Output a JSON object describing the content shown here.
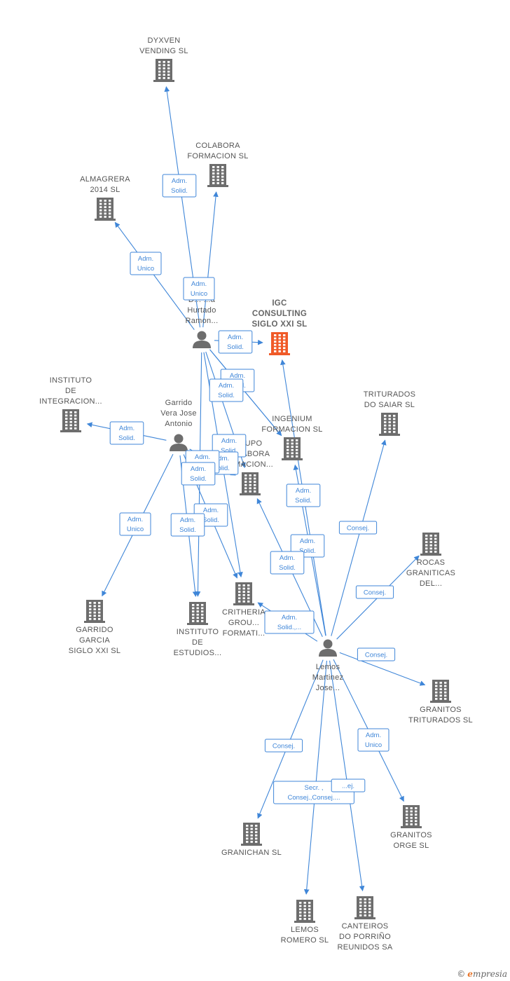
{
  "colors": {
    "edge": "#3f86d8",
    "building": "#6d6d6d",
    "building_main": "#f05a28",
    "person": "#6d6d6d"
  },
  "nodes": [
    {
      "id": "dyxven",
      "type": "company",
      "label": [
        "DYXVEN",
        "VENDING SL"
      ]
    },
    {
      "id": "colabora",
      "type": "company",
      "label": [
        "COLABORA",
        "FORMACION SL"
      ]
    },
    {
      "id": "almagrera",
      "type": "company",
      "label": [
        "ALMAGRERA",
        "2014  SL"
      ]
    },
    {
      "id": "igc",
      "type": "company",
      "main": true,
      "label": [
        "IGC",
        "CONSULTING",
        "SIGLO XXI SL"
      ]
    },
    {
      "id": "dhr",
      "type": "person",
      "label": [
        "D... ...a",
        "Hurtado",
        "Ramon..."
      ]
    },
    {
      "id": "instituto_int",
      "type": "company",
      "label": [
        "INSTITUTO",
        "DE",
        "INTEGRACION..."
      ]
    },
    {
      "id": "garrido_vera",
      "type": "person",
      "label": [
        "Garrido",
        "Vera Jose",
        "Antonio"
      ]
    },
    {
      "id": "ingenium",
      "type": "company",
      "label": [
        "INGENIUM",
        "FORMACION  SL"
      ]
    },
    {
      "id": "grupo_colabora",
      "type": "company",
      "label": [
        "...UPO",
        "...LABORA",
        "...MACION..."
      ]
    },
    {
      "id": "triturados_saiar",
      "type": "company",
      "label": [
        "TRITURADOS",
        "DO SAIAR SL"
      ]
    },
    {
      "id": "rocas",
      "type": "company",
      "label": [
        "ROCAS",
        "GRANITICAS",
        "DEL..."
      ]
    },
    {
      "id": "garrido_garcia",
      "type": "company",
      "label": [
        "GARRIDO",
        "GARCIA",
        "SIGLO XXI  SL"
      ]
    },
    {
      "id": "instituto_est",
      "type": "company",
      "label": [
        "INSTITUTO",
        "DE",
        "ESTUDIOS..."
      ]
    },
    {
      "id": "crytheria",
      "type": "company",
      "label": [
        "CRITHERIA",
        "GROU...",
        "FORMATI..."
      ]
    },
    {
      "id": "lemos_martinez",
      "type": "person",
      "label": [
        "Lemos",
        "Martinez",
        "Jose..."
      ]
    },
    {
      "id": "granitos_triturados",
      "type": "company",
      "label": [
        "GRANITOS",
        "TRITURADOS SL"
      ]
    },
    {
      "id": "granichan",
      "type": "company",
      "label": [
        "GRANICHAN SL"
      ]
    },
    {
      "id": "granitos_orge",
      "type": "company",
      "label": [
        "GRANITOS",
        "ORGE  SL"
      ]
    },
    {
      "id": "lemos_romero",
      "type": "company",
      "label": [
        "LEMOS",
        "ROMERO SL"
      ]
    },
    {
      "id": "canteiros",
      "type": "company",
      "label": [
        "CANTEIROS",
        "DO PORRIÑO",
        "REUNIDOS SA"
      ]
    }
  ],
  "relations": [
    {
      "from": "dhr",
      "to": "dyxven",
      "label": [
        "Adm.",
        "Solid."
      ]
    },
    {
      "from": "dhr",
      "to": "colabora",
      "label": [
        "Adm.",
        "Unico"
      ]
    },
    {
      "from": "dhr",
      "to": "almagrera",
      "label": [
        "Adm.",
        "Unico"
      ]
    },
    {
      "from": "dhr",
      "to": "igc",
      "label": [
        "Adm.",
        "Solid."
      ]
    },
    {
      "from": "dhr",
      "to": "ingenium",
      "label": [
        "Adm.",
        "Solid."
      ]
    },
    {
      "from": "dhr",
      "to": "ingenium",
      "label": [
        "Adm.",
        "Solid."
      ]
    },
    {
      "from": "dhr",
      "to": "grupo_colabora",
      "label": [
        "Adm.",
        "Solid."
      ]
    },
    {
      "from": "dhr",
      "to": "instituto_est",
      "label": [
        "Adm.",
        "Solid."
      ]
    },
    {
      "from": "dhr",
      "to": "crytheria",
      "label": [
        "Adm.",
        "Solid."
      ]
    },
    {
      "from": "garrido_vera",
      "to": "instituto_int",
      "label": [
        "Adm.",
        "Solid."
      ]
    },
    {
      "from": "garrido_vera",
      "to": "grupo_colabora",
      "label": [
        "Adm.",
        "Solid."
      ]
    },
    {
      "from": "garrido_vera",
      "to": "garrido_garcia",
      "label": [
        "Adm.",
        "Unico"
      ]
    },
    {
      "from": "garrido_vera",
      "to": "instituto_est",
      "label": [
        "Adm.",
        "Solid."
      ]
    },
    {
      "from": "garrido_vera",
      "to": "crytheria",
      "label": [
        "Adm.",
        "Solid."
      ]
    },
    {
      "from": "lemos_martinez",
      "to": "igc",
      "label": [
        "Adm.",
        "Solid."
      ]
    },
    {
      "from": "lemos_martinez",
      "to": "ingenium",
      "label": [
        "Adm.",
        "Solid."
      ]
    },
    {
      "from": "lemos_martinez",
      "to": "grupo_colabora",
      "label": [
        "Adm.",
        "Solid."
      ]
    },
    {
      "from": "lemos_martinez",
      "to": "triturados_saiar",
      "label": [
        "Consej."
      ]
    },
    {
      "from": "lemos_martinez",
      "to": "rocas",
      "label": [
        "Consej."
      ]
    },
    {
      "from": "lemos_martinez",
      "to": "granitos_triturados",
      "label": [
        "Consej."
      ]
    },
    {
      "from": "lemos_martinez",
      "to": "crytheria",
      "label": [
        "Adm.",
        "Solid.,..."
      ]
    },
    {
      "from": "lemos_martinez",
      "to": "granichan",
      "label": [
        "Consej."
      ]
    },
    {
      "from": "lemos_martinez",
      "to": "granitos_orge",
      "label": [
        "Adm.",
        "Unico"
      ]
    },
    {
      "from": "lemos_martinez",
      "to": "lemos_romero",
      "label": [
        "Secr. ,",
        "Consej.,Consej...."
      ]
    },
    {
      "from": "lemos_martinez",
      "to": "canteiros",
      "label": [
        "...ej."
      ]
    }
  ],
  "footer": {
    "copyright": "©",
    "brand_initial": "e",
    "brand_rest": "mpresia"
  }
}
